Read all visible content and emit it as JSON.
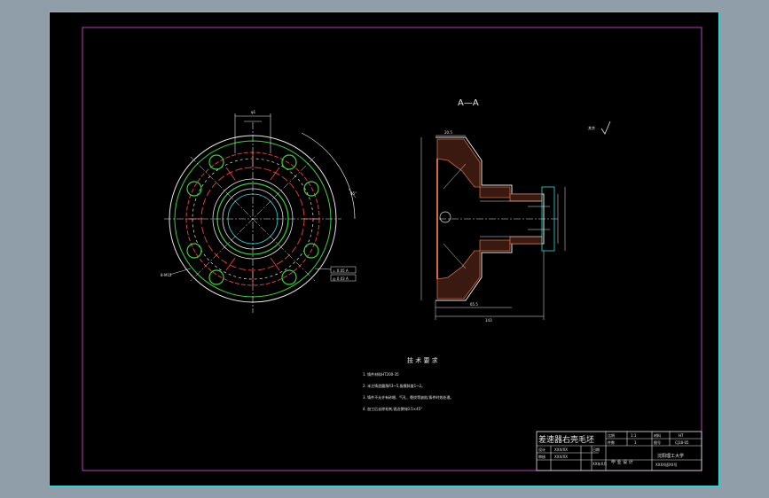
{
  "drawing": {
    "section_label": "A—A",
    "roughness_note": "其余",
    "dim_top_width": "φ1",
    "dim_hub_depth": "20.5",
    "dim_overall_length": "143",
    "dim_inner_length": "65.5",
    "pcd_note": "8-M12",
    "angle_note": "45°",
    "datum_label_1": "⊥ 0.05 A",
    "datum_label_2": "◎ 0.03 A"
  },
  "tech_requirements": {
    "title": "技 术 要 求",
    "items": [
      "1. 铸件材料HT200-35",
      "2. 未注铸造圆角R3~5,拔模斜度1~2。",
      "3. 铸件不允许有砂眼、气孔、裂纹等缺陷,铸件时效处理。",
      "4. 加工后去除毛刺,锐边倒钝0.5×45°"
    ]
  },
  "title_block": {
    "part_name": "差速器右壳毛坯",
    "scale_label": "比例",
    "scale_value": "1:1",
    "qty_label": "件数",
    "qty_value": "1",
    "material_label": "材料",
    "material_value": "HT",
    "drawing_no_label": "图号",
    "drawing_no_value": "CJ18-05",
    "design_label": "设计",
    "design_value": "XXX/XX",
    "check_label": "审核",
    "check_value": "XXX/XX",
    "date_label": "日期",
    "date_value": "XX年X月",
    "project_label": "毕 业 设 计",
    "school": "沈阳理工大学",
    "class": "XXXX班XX号"
  }
}
